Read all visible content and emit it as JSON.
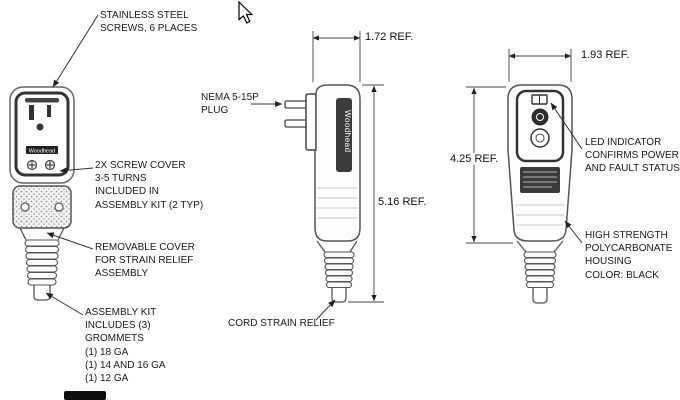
{
  "drawing": {
    "brand": "Woodhead",
    "line_color": "#4a4a4a",
    "text_color": "#1a1a1a",
    "background": "#ffffff"
  },
  "labels": {
    "stainless_screws": "STAINLESS STEEL\nSCREWS, 6 PLACES",
    "screw_cover": "2X SCREW COVER\n3-5 TURNS\nINCLUDED IN\nASSEMBLY KIT (2 TYP)",
    "removable_cover": "REMOVABLE COVER\nFOR STRAIN RELIEF\nASSEMBLY",
    "assembly_kit": "ASSEMBLY KIT\nINCLUDES (3)\nGROMMETS\n(1) 18 GA\n(1) 14 AND 16 GA\n(1) 12 GA",
    "nema_plug": "NEMA 5-15P\nPLUG",
    "cord_strain_relief": "CORD STRAIN RELIEF",
    "led_indicator": "LED INDICATOR\nCONFIRMS POWER\nAND FAULT STATUS",
    "housing": "HIGH STRENGTH\nPOLYCARBONATE\nHOUSING\nCOLOR: BLACK"
  },
  "dimensions": {
    "side_width": "1.72 REF.",
    "side_height": "5.16 REF.",
    "front_width": "1.93 REF.",
    "front_height": "4.25 REF."
  }
}
